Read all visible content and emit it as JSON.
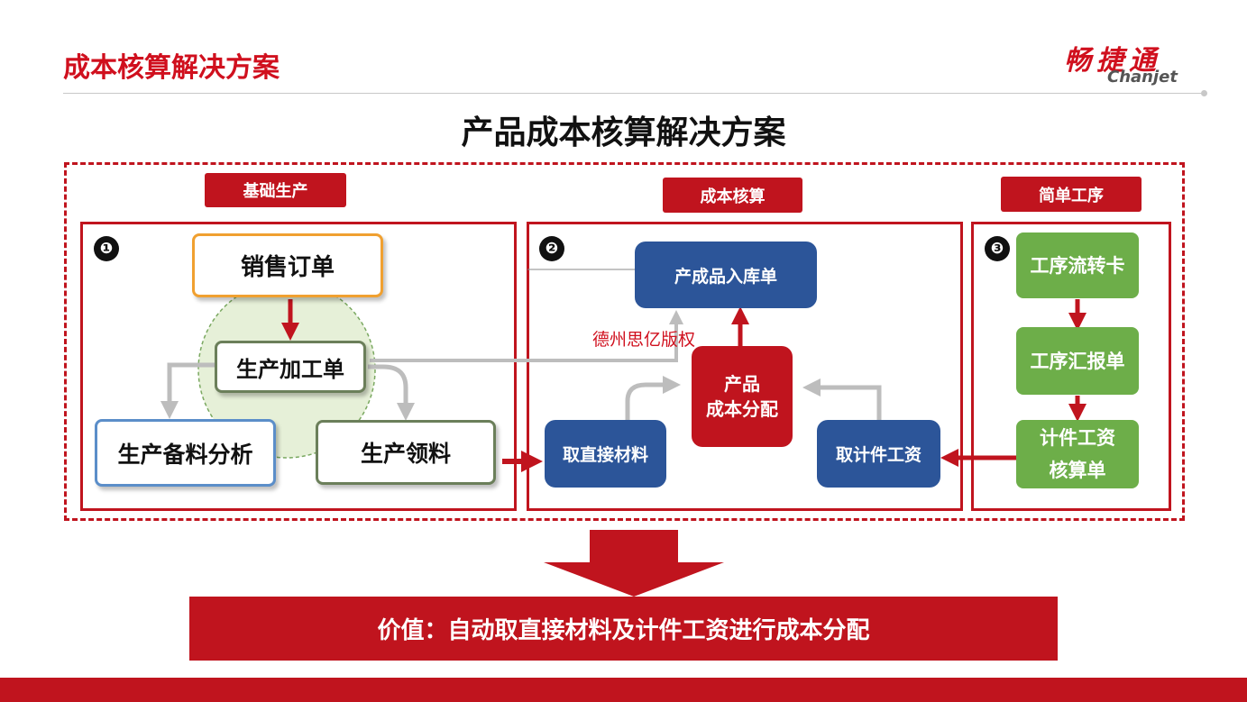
{
  "header": {
    "title": "成本核算解决方案"
  },
  "logo": {
    "cn": "畅捷通",
    "en": "Chanjet"
  },
  "main_title": "产品成本核算解决方案",
  "sections": {
    "basic": {
      "tag": "基础生产",
      "badge": "❶"
    },
    "cost": {
      "tag": "成本核算",
      "badge": "❷"
    },
    "process": {
      "tag": "简单工序",
      "badge": "❸"
    }
  },
  "nodes": {
    "sales_order": "销售订单",
    "production_order": "生产加工单",
    "material_analysis": "生产备料分析",
    "material_picking": "生产领料",
    "finished_receipt": "产成品入库单",
    "cost_alloc_line1": "产品",
    "cost_alloc_line2": "成本分配",
    "direct_material": "取直接材料",
    "piece_wage": "取计件工资",
    "process_card": "工序流转卡",
    "process_report": "工序汇报单",
    "piece_wage_calc_line1": "计件工资",
    "piece_wage_calc_line2": "核算单"
  },
  "watermark": "德州思亿版权",
  "value_statement": "价值：自动取直接材料及计件工资进行成本分配",
  "colors": {
    "brand_red": "#c0141e",
    "blue": "#2c5599",
    "green": "#6dae49",
    "orange": "#f0a030",
    "gray_arrow": "#bdbdbd"
  }
}
